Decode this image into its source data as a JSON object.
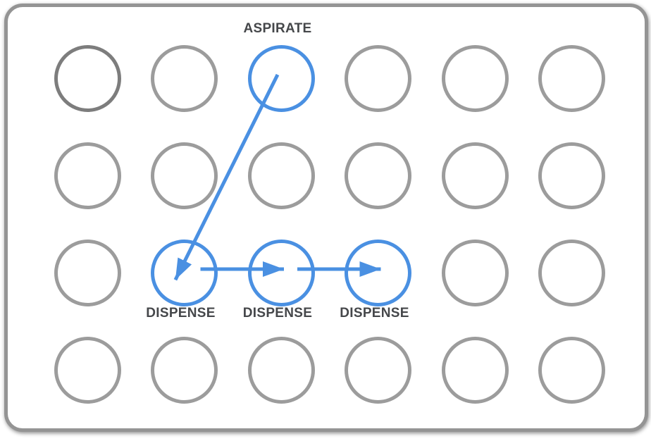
{
  "plate": {
    "rows": 4,
    "cols": 6,
    "aspirate_well": {
      "row": 0,
      "col": 2,
      "label": "ASPIRATE"
    },
    "dispense_wells": [
      {
        "row": 2,
        "col": 1,
        "label": "DISPENSE"
      },
      {
        "row": 2,
        "col": 2,
        "label": "DISPENSE"
      },
      {
        "row": 2,
        "col": 3,
        "label": "DISPENSE"
      }
    ],
    "dark_outline_well": {
      "row": 0,
      "col": 0
    }
  },
  "arrows": [
    {
      "name": "aspirate-to-dispense-1",
      "from": {
        "row": 0,
        "col": 2
      },
      "to": {
        "row": 2,
        "col": 1
      },
      "style": "diagonal"
    },
    {
      "name": "dispense-1-to-dispense-2",
      "from": {
        "row": 2,
        "col": 1
      },
      "to": {
        "row": 2,
        "col": 2
      },
      "style": "horizontal"
    },
    {
      "name": "dispense-2-to-dispense-3",
      "from": {
        "row": 2,
        "col": 2
      },
      "to": {
        "row": 2,
        "col": 3
      },
      "style": "horizontal"
    }
  ],
  "colors": {
    "accent_blue": "#4a90e2",
    "well_gray": "#9c9c9c",
    "well_dark_gray": "#7d7d7d",
    "plate_border": "#949494",
    "label_text": "#45474a",
    "background": "#ffffff"
  }
}
